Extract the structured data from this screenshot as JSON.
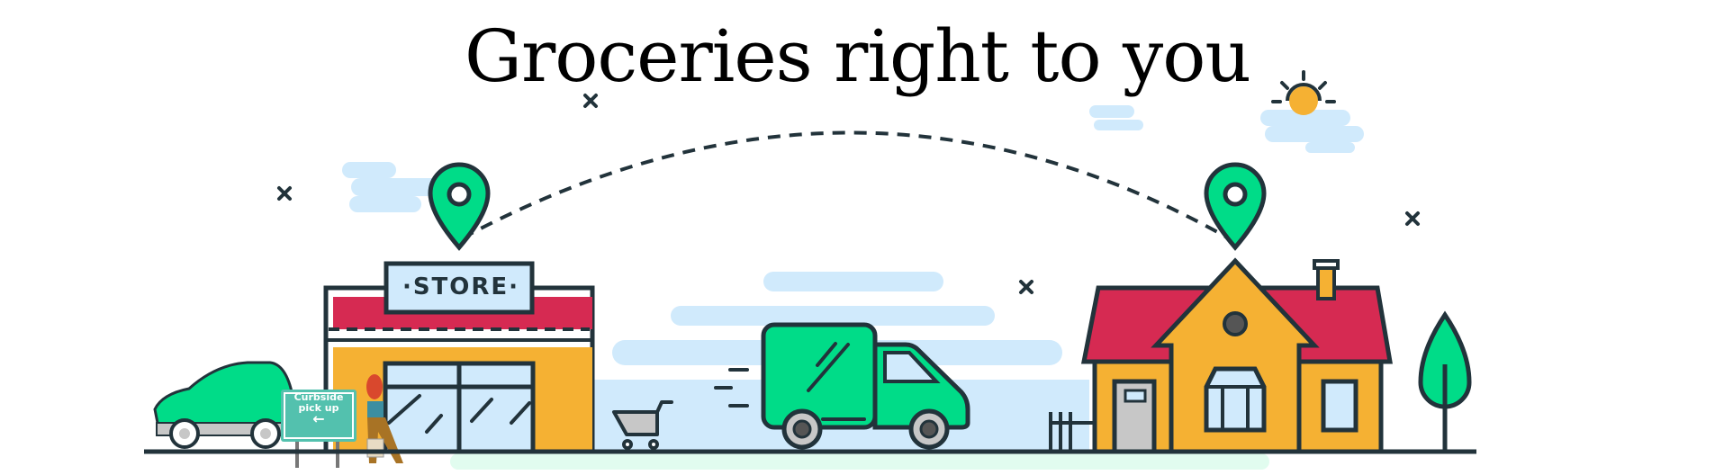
{
  "hero": {
    "title": "Groceries right to you"
  },
  "store": {
    "sign_label": "·STORE·",
    "location_pin": "map-pin-icon"
  },
  "curbside_sign": {
    "line1": "Curbside",
    "line2": "pick up",
    "arrow": "←"
  },
  "home": {
    "location_pin": "map-pin-icon"
  },
  "colors": {
    "green": "#00dc88",
    "red": "#d62a52",
    "yellow": "#f5b133",
    "sky": "#d0eafc",
    "outline": "#22333b",
    "sign_teal": "#53c1ae"
  }
}
